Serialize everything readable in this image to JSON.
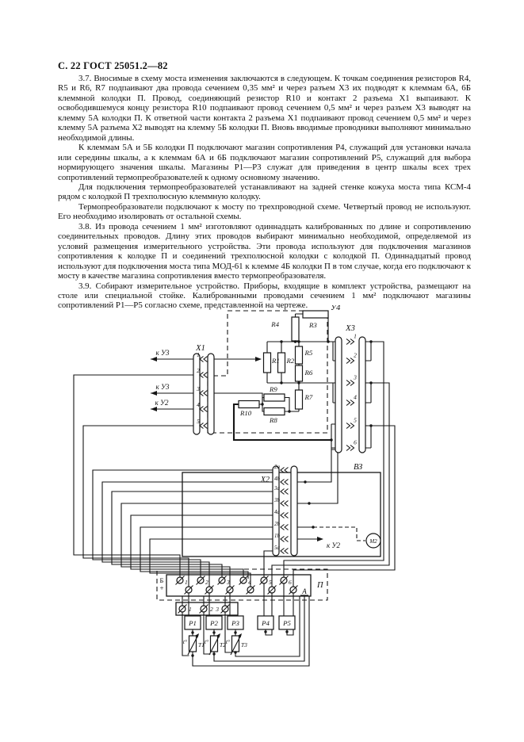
{
  "header": "С. 22 ГОСТ 25051.2—82",
  "paragraphs": [
    "3.7. Вносимые в схему моста изменения заключаются в следующем. К точкам соединения резисторов R4, R5 и R6, R7 подпаивают два провода сечением 0,35 мм² и через разъем X3 их подводят к клеммам 6А, 6Б клеммной колодки П. Провод, соединяющий резистор R10 и контакт 2 разъема X1 выпаивают. К освободившемуся концу резистора R10 подпаивают провод сечением 0,5 мм² и через разъем X3 выводят на клемму 5А колодки П. К ответной части контакта 2 разъема X1 подпаивают провод сечением 0,5 мм² и через клемму 5А разъема X2 выводят на клемму 5Б колодки П. Вновь вводимые проводники выполняют минимально необходимой длины.",
    "К клеммам 5А и 5Б колодки П подключают магазин сопротивления Р4, служащий для установки начала или середины шкалы, а к клеммам 6А и 6Б подключают магазин сопротивлений Р5, служащий для выбора нормирующего значения шкалы. Магазины Р1—Р3 служат для приведения в центр шкалы всех трех сопротивлений термопреобразователей к одному основному значению.",
    "Для подключения термопреобразователей устанавливают на задней стенке кожуха моста типа КСМ-4 рядом с колодкой П трехполюсную клеммную колодку.",
    "Термопреобразователи подключают к мосту по трехпроводной схеме. Четвертый провод не используют. Его необходимо изолировать от остальной схемы.",
    "3.8. Из провода сечением 1 мм² изготовляют одиннадцать калиброванных по длине и сопротивлению соединительных проводов. Длину этих проводов выбирают минимально необходимой, определяемой из условий размещения измерительного устройства. Эти провода используют для подключения магазинов сопротивления к колодке П и соединений трехполюсной колодки с колодкой П. Одиннадцатый провод используют для подключения моста типа МОД-61 к клемме 4Б колодки П в том случае, когда его подключают к мосту в качестве магазина сопротивления вместо термопреобразователя.",
    "3.9. Собирают измерительное устройство. Приборы, входящие в комплект устройства, размещают на столе или специальной стойке. Калиброванными проводами сечением 1 мм² подключают магазины сопротивлений Р1—Р5 согласно схеме, представленной на чертеже."
  ],
  "diagram": {
    "labels": {
      "u4": "У4",
      "x1": "X1",
      "x2": "X2",
      "x3": "X3",
      "v3": "ВЗ",
      "m2": "М2",
      "p_block": "П",
      "row_b": "Б",
      "plus": "+",
      "row_a": "А",
      "to_u3": "к У3",
      "to_u2": "к У2"
    },
    "resistors": [
      "R1",
      "R2",
      "R3",
      "R4",
      "R5",
      "R6",
      "R7",
      "R8",
      "R9",
      "R10"
    ],
    "x1_pins": [
      "1",
      "2",
      "3",
      "4",
      "5"
    ],
    "x2_pins": [
      "2a",
      "4b",
      "3a",
      "3b",
      "4a",
      "2b",
      "1b",
      "5a"
    ],
    "x3_pins": [
      "1",
      "2",
      "3",
      "4",
      "5",
      "6"
    ],
    "p_terminals": [
      "1",
      "2",
      "3",
      "4",
      "5",
      "6"
    ],
    "small_block_terminals": [
      "1",
      "2",
      "3"
    ],
    "magazines": [
      "Р1",
      "Р2",
      "Р3",
      "Р4",
      "Р5"
    ],
    "thermo": [
      "Т1",
      "Т2",
      "Т3"
    ],
    "t_deg": "t°"
  }
}
